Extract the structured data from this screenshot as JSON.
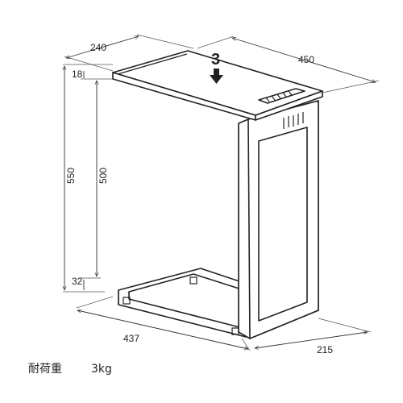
{
  "dimensions": {
    "top_depth": "240",
    "top_width": "450",
    "top_thickness": "18",
    "total_height": "550",
    "frame_height": "500",
    "base_height": "32",
    "base_width": "437",
    "base_depth": "215"
  },
  "load_arrow_value": "3",
  "load_capacity": {
    "label": "耐荷重",
    "value": "3kg"
  }
}
